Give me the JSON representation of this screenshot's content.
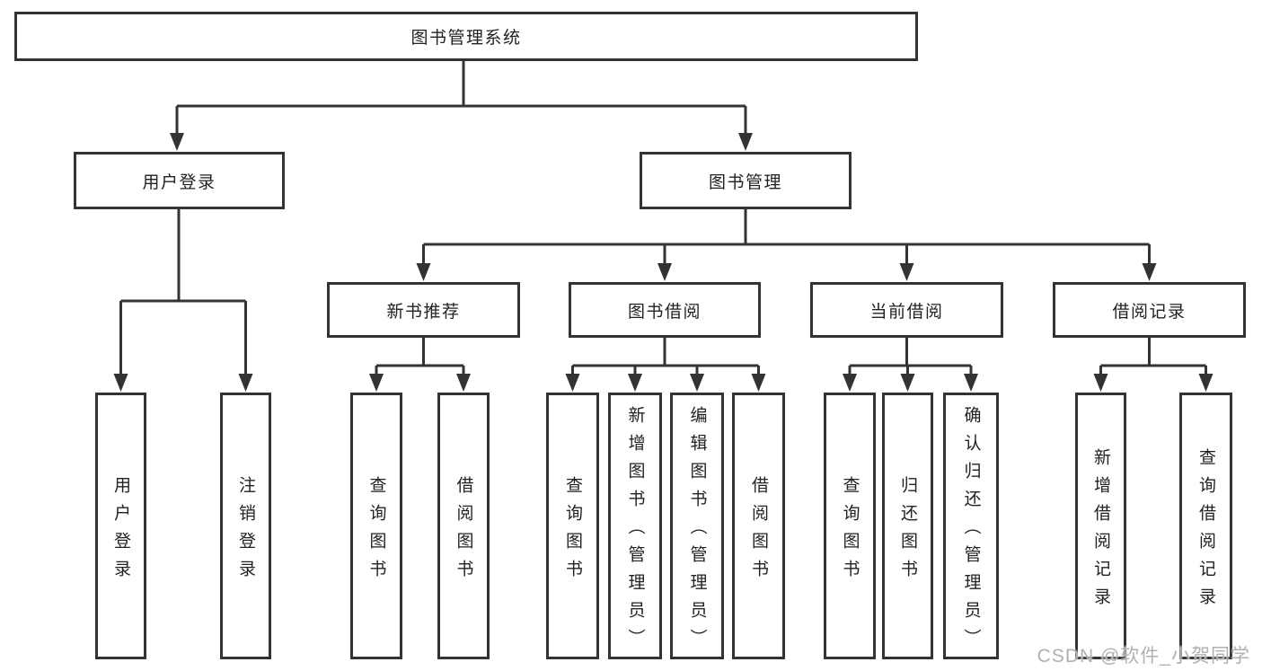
{
  "diagram": {
    "title": "图书管理系统",
    "nodes": [
      {
        "id": "root",
        "label": "图书管理系统",
        "vertical": false
      },
      {
        "id": "user-login",
        "label": "用户登录",
        "vertical": false
      },
      {
        "id": "book-mgmt",
        "label": "图书管理",
        "vertical": false
      },
      {
        "id": "new-book-rec",
        "label": "新书推荐",
        "vertical": false
      },
      {
        "id": "book-borrow",
        "label": "图书借阅",
        "vertical": false
      },
      {
        "id": "current-borrow",
        "label": "当前借阅",
        "vertical": false
      },
      {
        "id": "borrow-record",
        "label": "借阅记录",
        "vertical": false
      },
      {
        "id": "leaf-user-login",
        "label": "用户登录",
        "vertical": true
      },
      {
        "id": "leaf-logout",
        "label": "注销登录",
        "vertical": true
      },
      {
        "id": "leaf-query-book-1",
        "label": "查询图书",
        "vertical": true
      },
      {
        "id": "leaf-borrow-book-1",
        "label": "借阅图书",
        "vertical": true
      },
      {
        "id": "leaf-query-book-2",
        "label": "查询图书",
        "vertical": true
      },
      {
        "id": "leaf-add-book",
        "label": "新增图书（管理员）",
        "vertical": true
      },
      {
        "id": "leaf-edit-book",
        "label": "编辑图书（管理员）",
        "vertical": true
      },
      {
        "id": "leaf-borrow-book-2",
        "label": "借阅图书",
        "vertical": true
      },
      {
        "id": "leaf-query-book-3",
        "label": "查询图书",
        "vertical": true
      },
      {
        "id": "leaf-return-book",
        "label": "归还图书",
        "vertical": true
      },
      {
        "id": "leaf-confirm-return",
        "label": "确认归还（管理员）",
        "vertical": true
      },
      {
        "id": "leaf-add-record",
        "label": "新增借阅记录",
        "vertical": true
      },
      {
        "id": "leaf-query-record",
        "label": "查询借阅记录",
        "vertical": true
      }
    ],
    "edges": [
      {
        "from": "root",
        "to": "user-login"
      },
      {
        "from": "root",
        "to": "book-mgmt"
      },
      {
        "from": "user-login",
        "to": "leaf-user-login"
      },
      {
        "from": "user-login",
        "to": "leaf-logout"
      },
      {
        "from": "book-mgmt",
        "to": "new-book-rec"
      },
      {
        "from": "book-mgmt",
        "to": "book-borrow"
      },
      {
        "from": "book-mgmt",
        "to": "current-borrow"
      },
      {
        "from": "book-mgmt",
        "to": "borrow-record"
      },
      {
        "from": "new-book-rec",
        "to": "leaf-query-book-1"
      },
      {
        "from": "new-book-rec",
        "to": "leaf-borrow-book-1"
      },
      {
        "from": "book-borrow",
        "to": "leaf-query-book-2"
      },
      {
        "from": "book-borrow",
        "to": "leaf-add-book"
      },
      {
        "from": "book-borrow",
        "to": "leaf-edit-book"
      },
      {
        "from": "book-borrow",
        "to": "leaf-borrow-book-2"
      },
      {
        "from": "current-borrow",
        "to": "leaf-query-book-3"
      },
      {
        "from": "current-borrow",
        "to": "leaf-return-book"
      },
      {
        "from": "current-borrow",
        "to": "leaf-confirm-return"
      },
      {
        "from": "borrow-record",
        "to": "leaf-add-record"
      },
      {
        "from": "borrow-record",
        "to": "leaf-query-record"
      }
    ]
  },
  "watermark": {
    "text": "CSDN @软件_小贺同学"
  },
  "colors": {
    "line": "#333333",
    "box_border": "#333333",
    "text": "#222222",
    "background": "#ffffff",
    "watermark": "#b0b0b0"
  }
}
